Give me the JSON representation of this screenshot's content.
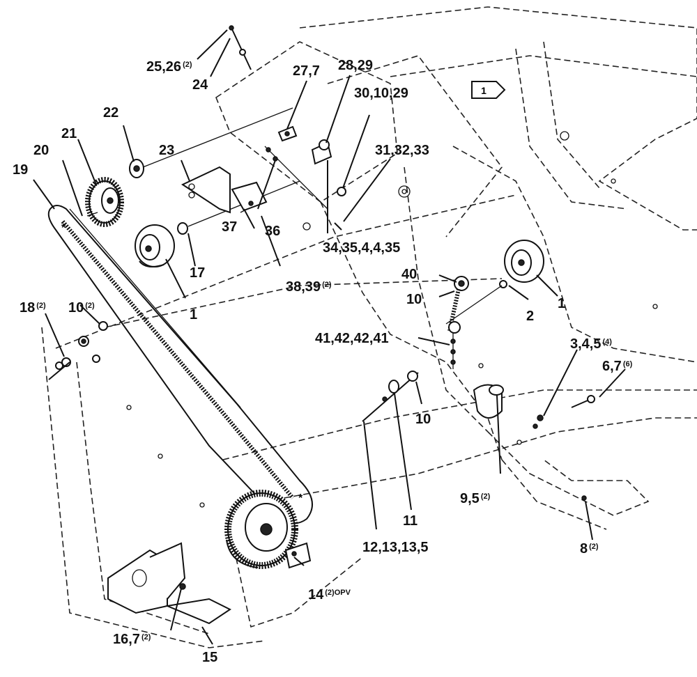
{
  "diagram": {
    "callouts": [
      {
        "id": "c-25-26",
        "text": "25,26",
        "sup": "(2)"
      },
      {
        "id": "c-24",
        "text": "24",
        "sup": ""
      },
      {
        "id": "c-27-7",
        "text": "27,7",
        "sup": ""
      },
      {
        "id": "c-28-29",
        "text": "28,29",
        "sup": ""
      },
      {
        "id": "c-30-10-29",
        "text": "30,10,29",
        "sup": ""
      },
      {
        "id": "c-31-32-33",
        "text": "31,32,33",
        "sup": ""
      },
      {
        "id": "c-22",
        "text": "22",
        "sup": ""
      },
      {
        "id": "c-21",
        "text": "21",
        "sup": ""
      },
      {
        "id": "c-20",
        "text": "20",
        "sup": ""
      },
      {
        "id": "c-19",
        "text": "19",
        "sup": ""
      },
      {
        "id": "c-23",
        "text": "23",
        "sup": ""
      },
      {
        "id": "c-37",
        "text": "37",
        "sup": ""
      },
      {
        "id": "c-36",
        "text": "36",
        "sup": ""
      },
      {
        "id": "c-34-35",
        "text": "34,35,4,4,35",
        "sup": ""
      },
      {
        "id": "c-38-39",
        "text": "38,39",
        "sup": "(2)"
      },
      {
        "id": "c-17",
        "text": "17",
        "sup": ""
      },
      {
        "id": "c-1a",
        "text": "1",
        "sup": ""
      },
      {
        "id": "c-1b",
        "text": "1",
        "sup": ""
      },
      {
        "id": "c-10a",
        "text": "10",
        "sup": "(2)"
      },
      {
        "id": "c-18",
        "text": "18",
        "sup": "(2)"
      },
      {
        "id": "c-40",
        "text": "40",
        "sup": ""
      },
      {
        "id": "c-10b",
        "text": "10",
        "sup": ""
      },
      {
        "id": "c-2",
        "text": "2",
        "sup": ""
      },
      {
        "id": "c-41-42",
        "text": "41,42,42,41",
        "sup": ""
      },
      {
        "id": "c-3-4-5",
        "text": "3,4,5",
        "sup": "(4)"
      },
      {
        "id": "c-6-7",
        "text": "6,7",
        "sup": "(6)"
      },
      {
        "id": "c-10c",
        "text": "10",
        "sup": ""
      },
      {
        "id": "c-9-5",
        "text": "9,5",
        "sup": "(2)"
      },
      {
        "id": "c-11",
        "text": "11",
        "sup": ""
      },
      {
        "id": "c-12-13",
        "text": "12,13,13,5",
        "sup": ""
      },
      {
        "id": "c-8",
        "text": "8",
        "sup": "(2)"
      },
      {
        "id": "c-14",
        "text": "14",
        "sup": "(2)OPV"
      },
      {
        "id": "c-16-7",
        "text": "16,7",
        "sup": "(2)"
      },
      {
        "id": "c-15",
        "text": "15",
        "sup": ""
      }
    ],
    "note_flag": "1"
  }
}
